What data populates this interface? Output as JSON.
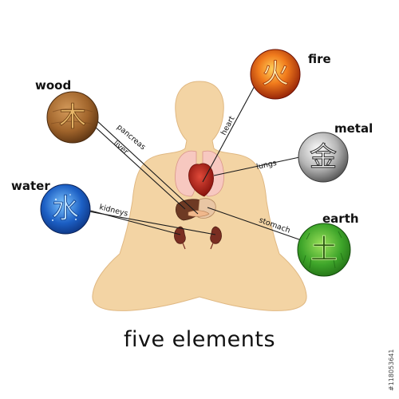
{
  "title": "five elements",
  "watermark": "#118053641",
  "colors": {
    "body": "#f3d4a4",
    "line": "#1a1a1a",
    "wood": "#a0642b",
    "fire": "#c8370f",
    "metal": "#9a9a9a",
    "water": "#1c5fc4",
    "earth": "#3ea52a"
  },
  "elements": [
    {
      "key": "wood",
      "label": "wood",
      "glyph": "木",
      "icon": "wood-element-icon"
    },
    {
      "key": "fire",
      "label": "fire",
      "glyph": "火",
      "icon": "fire-element-icon"
    },
    {
      "key": "metal",
      "label": "metal",
      "glyph": "金",
      "icon": "metal-element-icon"
    },
    {
      "key": "water",
      "label": "water",
      "glyph": "水",
      "icon": "water-element-icon"
    },
    {
      "key": "earth",
      "label": "earth",
      "glyph": "土",
      "icon": "earth-element-icon"
    }
  ],
  "organs": {
    "heart": "heart",
    "lungs": "lungs",
    "pancreas": "pancreas",
    "liver": "liver",
    "kidneys": "kidneys",
    "stomach": "stomach"
  }
}
